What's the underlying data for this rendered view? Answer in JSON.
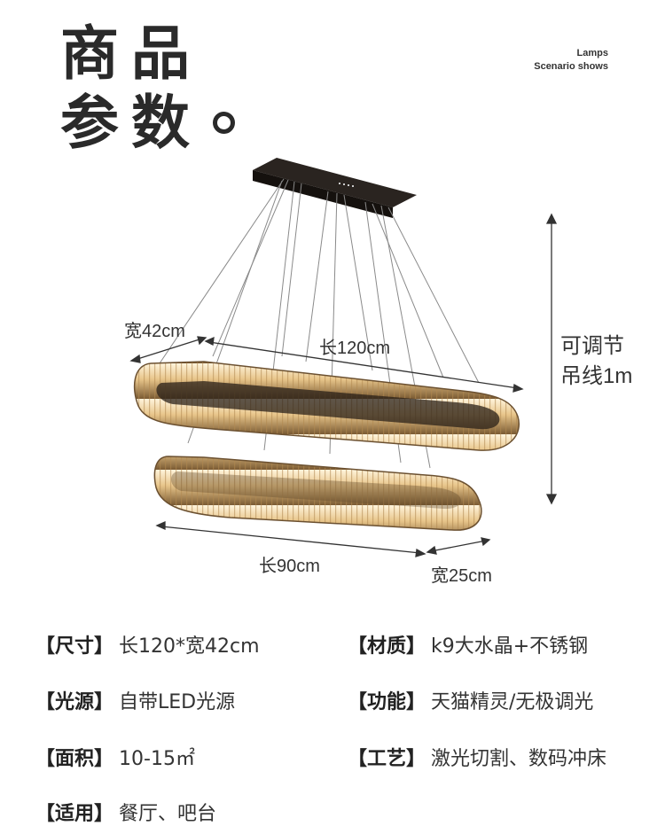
{
  "header": {
    "title_line1": "商品",
    "title_line2": "参数",
    "tag_line1": "Lamps",
    "tag_line2": "Scenario shows"
  },
  "dimensions": {
    "width_top": "宽42cm",
    "length_top": "长120cm",
    "adjust_line1": "可调节",
    "adjust_line2": "吊线1m",
    "length_bottom": "长90cm",
    "width_bottom": "宽25cm"
  },
  "specs": [
    {
      "key": "【尺寸】",
      "value": "长120*宽42cm"
    },
    {
      "key": "【材质】",
      "value": "k9大水晶+不锈钢"
    },
    {
      "key": "【光源】",
      "value": "自带LED光源"
    },
    {
      "key": "【功能】",
      "value": "天猫精灵/无极调光"
    },
    {
      "key": "【面积】",
      "value": "10-15㎡"
    },
    {
      "key": "【工艺】",
      "value": "激光切割、数码冲床"
    },
    {
      "key": "【适用】",
      "value": "餐厅、吧台"
    }
  ],
  "colors": {
    "crystal_light": "#f4dcb0",
    "crystal_dark": "#8a6a40",
    "canopy": "#2a2420"
  }
}
